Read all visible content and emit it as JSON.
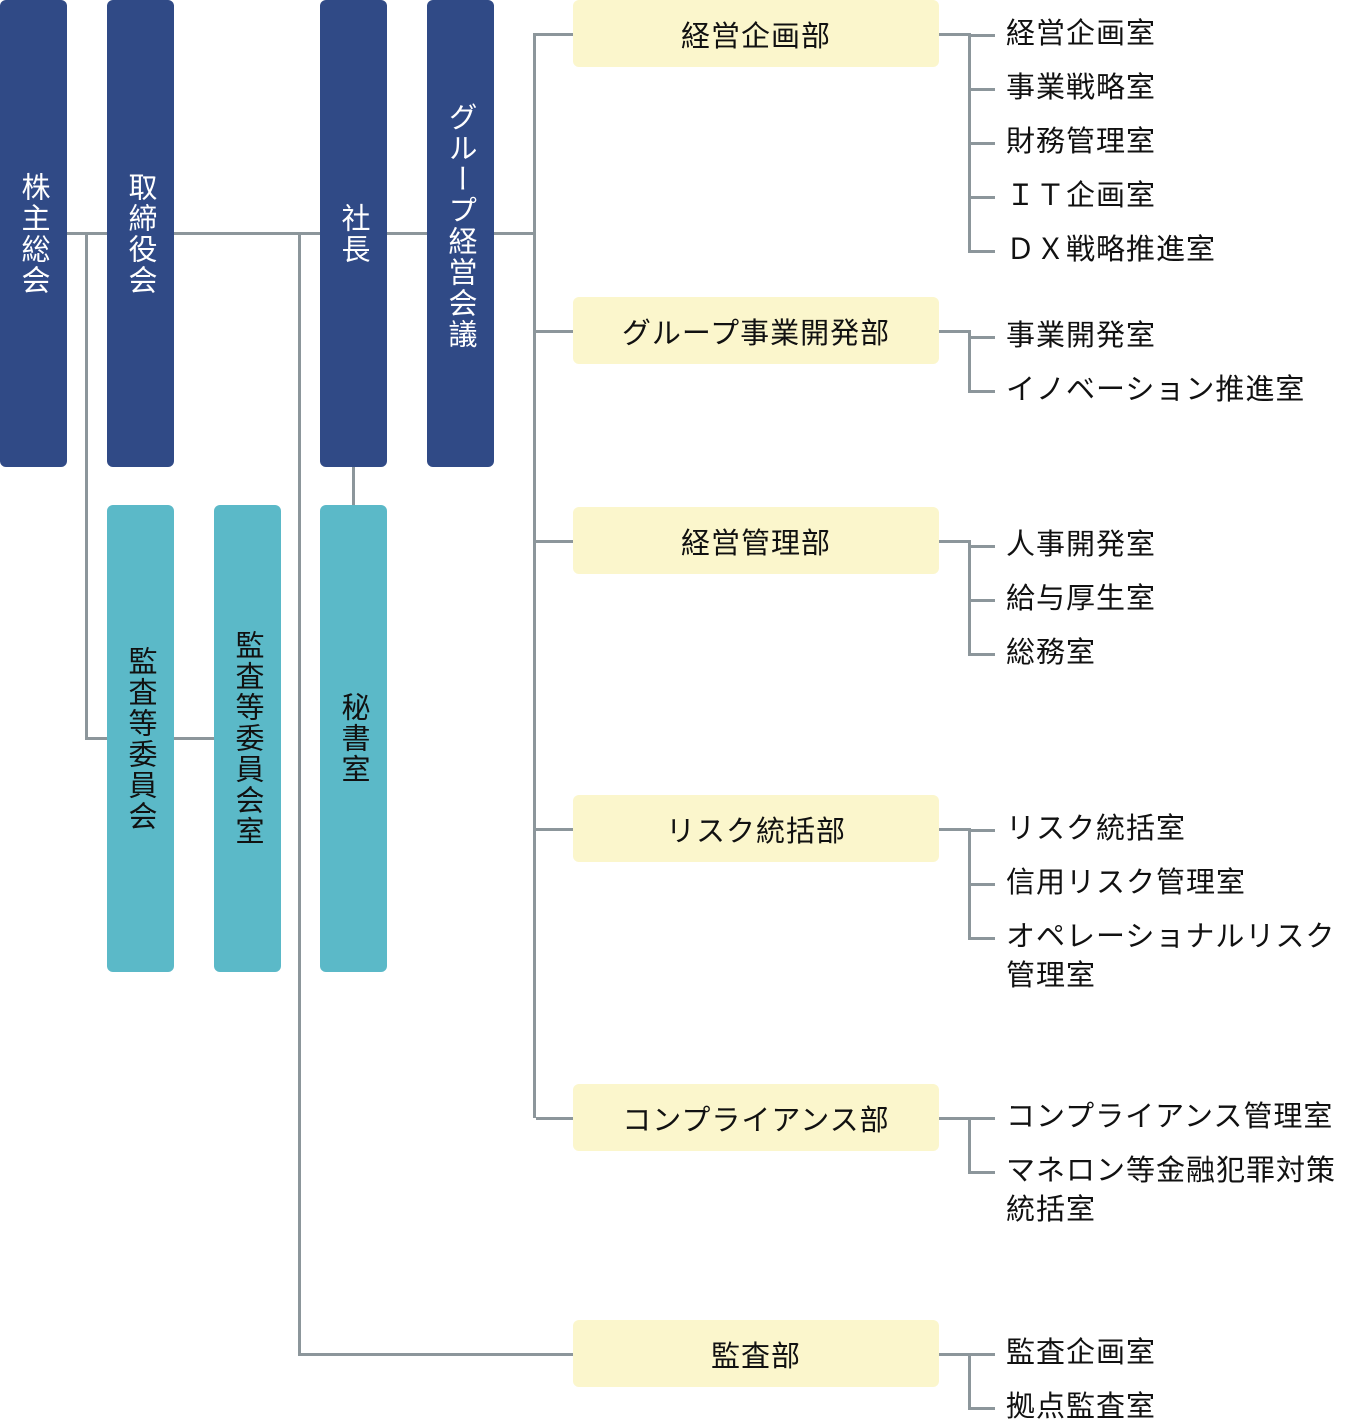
{
  "colors": {
    "executive": "#304a86",
    "support": "#5bb9c8",
    "department": "#fbf6cc",
    "connector": "#8c969b"
  },
  "executives": {
    "shareholders": "株主総会",
    "board": "取締役会",
    "president": "社長",
    "group_meeting": "グループ経営会議"
  },
  "support": {
    "audit_committee": "監査等委員会",
    "audit_committee_office": "監査等委員会室",
    "secretariat": "秘書室"
  },
  "departments": [
    {
      "name": "経営企画部",
      "offices": [
        "経営企画室",
        "事業戦略室",
        "財務管理室",
        "ＩＴ企画室",
        "ＤＸ戦略推進室"
      ]
    },
    {
      "name": "グループ事業開発部",
      "offices": [
        "事業開発室",
        "イノベーション推進室"
      ]
    },
    {
      "name": "経営管理部",
      "offices": [
        "人事開発室",
        "給与厚生室",
        "総務室"
      ]
    },
    {
      "name": "リスク統括部",
      "offices": [
        "リスク統括室",
        "信用リスク管理室",
        "オペレーショナルリスク\n管理室"
      ]
    },
    {
      "name": "コンプライアンス部",
      "offices": [
        "コンプライアンス管理室",
        "マネロン等金融犯罪対策\n統括室"
      ]
    },
    {
      "name": "監査部",
      "offices": [
        "監査企画室",
        "拠点監査室"
      ]
    }
  ]
}
